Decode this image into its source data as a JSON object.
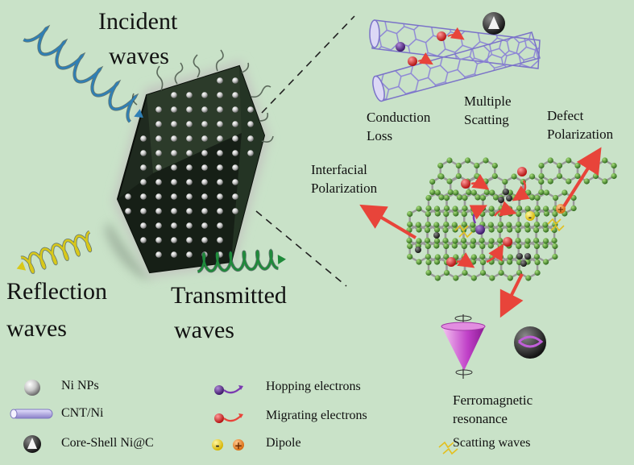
{
  "waves": {
    "incident": [
      "Incident",
      "waves"
    ],
    "reflection": [
      "Reflection",
      "waves"
    ],
    "transmitted": [
      "Transmitted",
      "waves"
    ]
  },
  "mechanisms": {
    "conduction": [
      "Conduction",
      "Loss"
    ],
    "multiple": [
      "Multiple",
      "Scatting"
    ],
    "defect": [
      "Defect",
      "Polarization"
    ],
    "interfacial": [
      "Interfacial",
      "Polarization"
    ],
    "ferro": [
      "Ferromagnetic",
      "resonance"
    ]
  },
  "legend": {
    "ni_nps": "Ni NPs",
    "cnt_ni": "CNT/Ni",
    "core_shell": "Core-Shell Ni@C",
    "hopping": "Hopping electrons",
    "migrating": "Migrating electrons",
    "dipole": "Dipole",
    "scatting": "Scatting waves"
  },
  "symbols": {
    "dipole_neg": "-",
    "dipole_pos": "+"
  },
  "colors": {
    "background": "#c9e2c8",
    "helix_blue": "#2f7fb5",
    "helix_yellow": "#d8c81a",
    "helix_green": "#1f8a3a",
    "particle_body": "#1f2a1f",
    "arrow_red": "#e8443a",
    "cnt_purple": "#8c84d6",
    "graphene_node": "#4d8a2e"
  }
}
